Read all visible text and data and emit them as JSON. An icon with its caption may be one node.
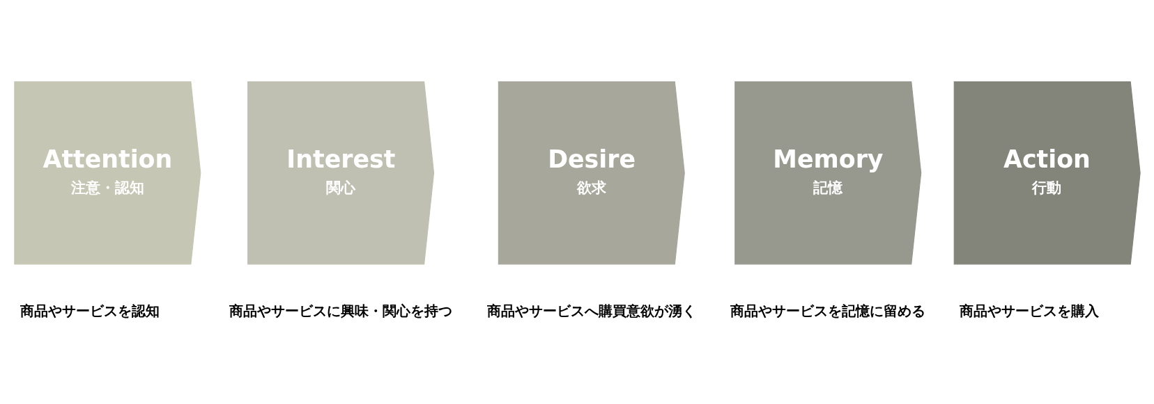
{
  "diagram": {
    "nodes": [
      {
        "text": [
          "Attention",
          "注意・認知"
        ],
        "beside": [
          "商品やサービスを認知"
        ]
      },
      {
        "text": [
          "Interest",
          "関心"
        ],
        "beside": [
          "商品やサービスに興味・関心を持つ"
        ]
      },
      {
        "text": [
          "Desire",
          "欲求"
        ],
        "beside": [
          "商品やサービスへ購買意欲が湧く"
        ]
      },
      {
        "text": [
          "Memory",
          "記憶"
        ],
        "beside": [
          "商品やサービスを記憶に留める"
        ]
      },
      {
        "text": [
          "Action",
          "行動"
        ],
        "beside": [
          "商品やサービスを購入"
        ]
      }
    ]
  }
}
